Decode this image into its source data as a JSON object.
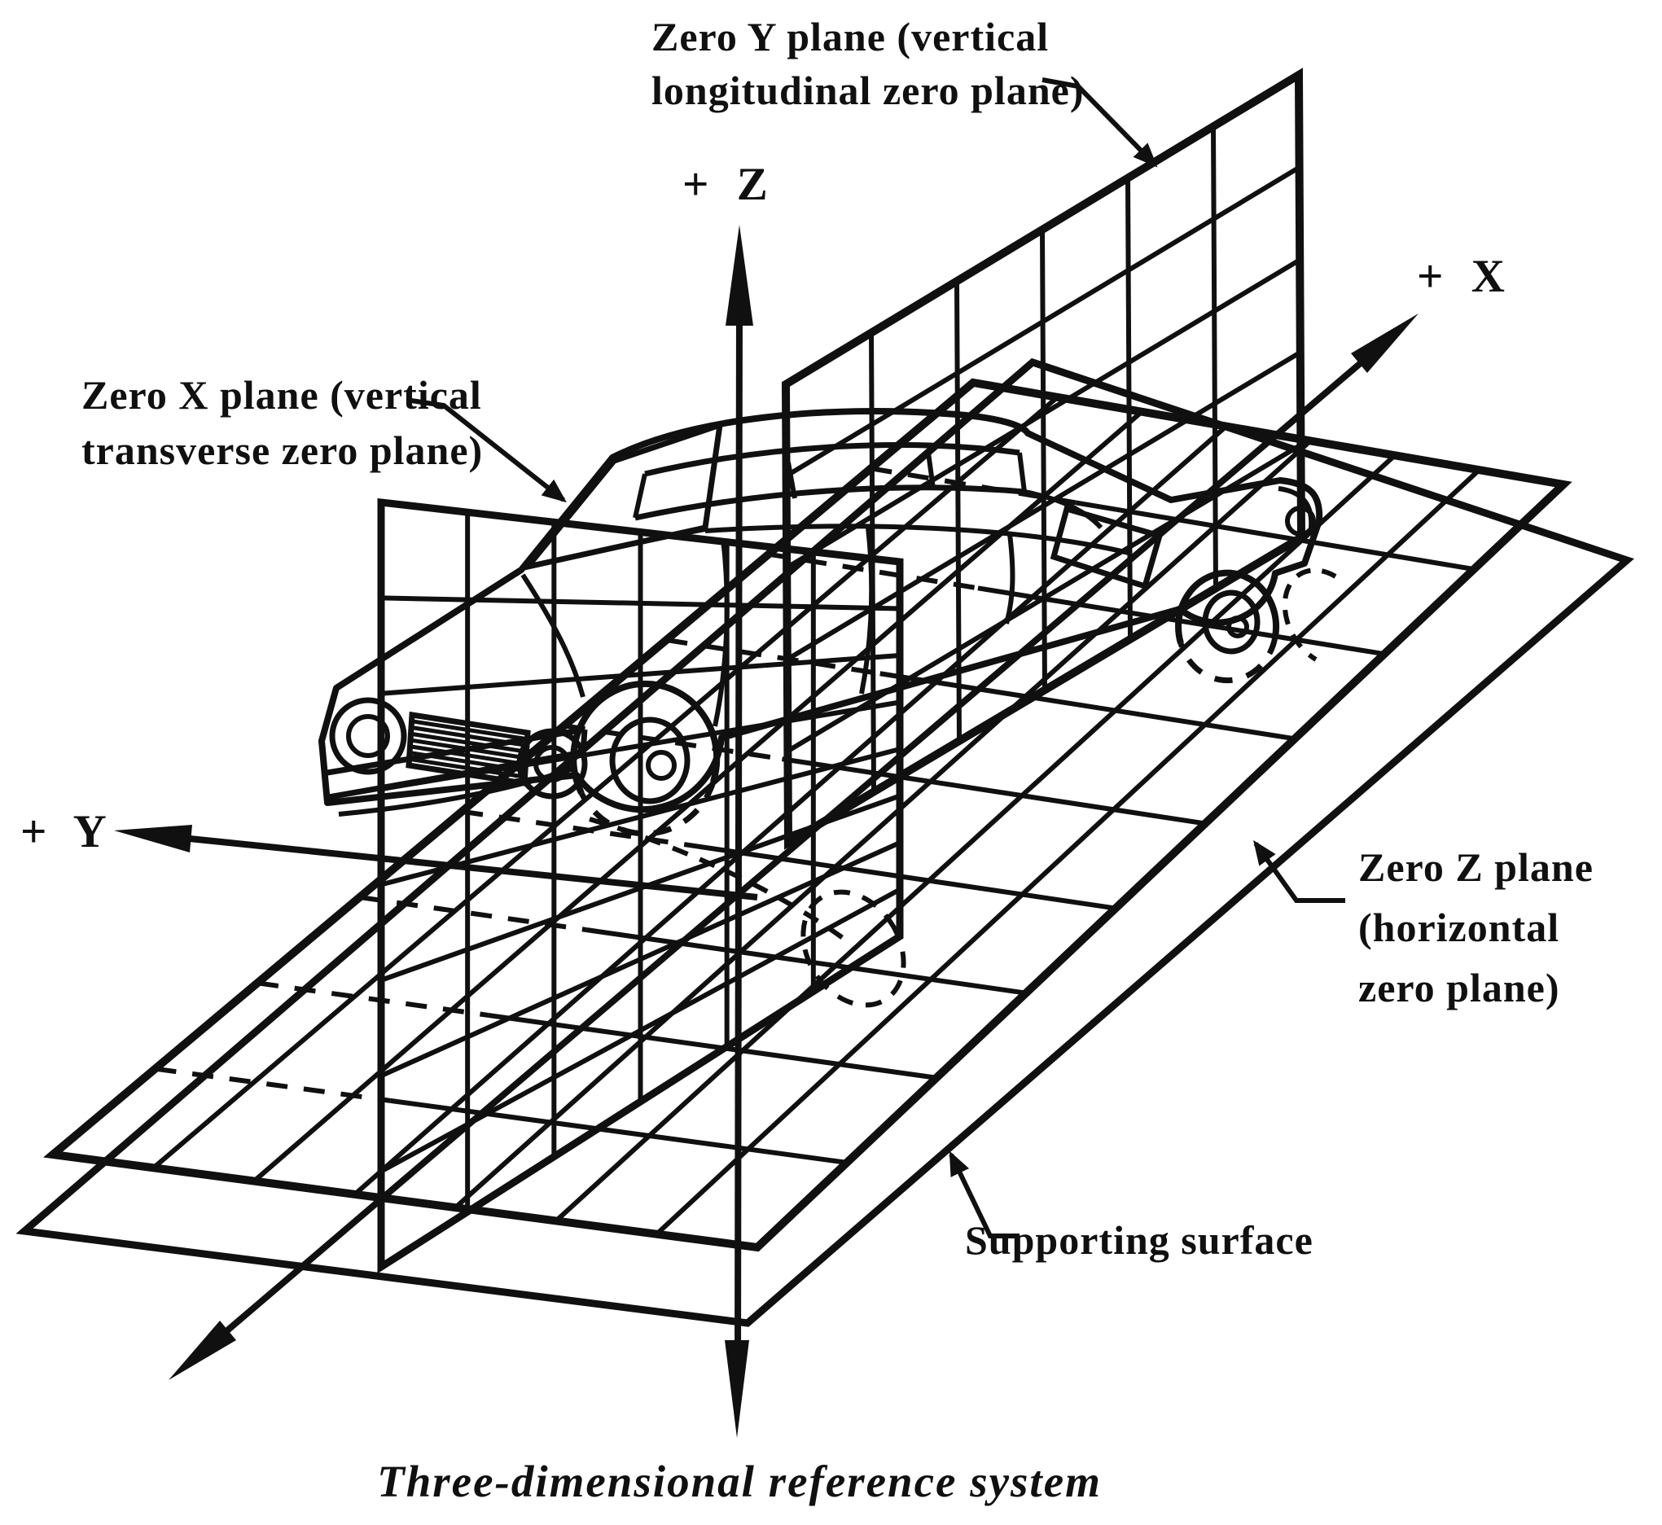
{
  "diagram": {
    "caption": "Three-dimensional reference system",
    "labels": {
      "zero_y_plane": {
        "line1": "Zero Y plane (vertical",
        "line2": "longitudinal zero plane)"
      },
      "zero_x_plane": {
        "line1": "Zero X plane (vertical",
        "line2": "transverse zero plane)"
      },
      "zero_z_plane": {
        "line1": "Zero Z plane",
        "line2": "(horizontal",
        "line3": "zero plane)"
      },
      "supporting_surface": "Supporting surface"
    },
    "axes": {
      "x": "+ X",
      "y": "+ Y",
      "z": "+ Z"
    },
    "colors": {
      "ink": "#101010",
      "paper": "#ffffff"
    }
  }
}
